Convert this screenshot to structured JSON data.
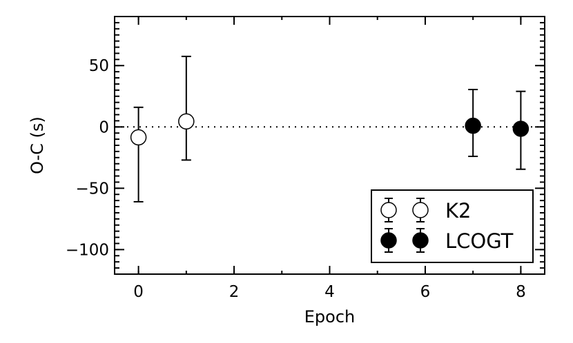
{
  "chart_data": {
    "type": "scatter",
    "title": "",
    "xlabel": "Epoch",
    "ylabel": "O-C (s)",
    "xlim": [
      -0.5,
      8.5
    ],
    "ylim": [
      -120,
      90
    ],
    "xticks": [
      0,
      2,
      4,
      6,
      8
    ],
    "xtick_labels": [
      "0",
      "2",
      "4",
      "6",
      "8"
    ],
    "yticks": [
      -100,
      -50,
      0,
      50
    ],
    "ytick_labels": [
      "−100",
      "−50",
      "0",
      "50"
    ],
    "x_minor_step": 1,
    "y_minor_step": 5,
    "grid": false,
    "reference_line": {
      "y": 0,
      "style": "dotted",
      "color": "#000000"
    },
    "legend_position": "lower right",
    "series": [
      {
        "name": "K2",
        "marker": "open-circle",
        "color": "#000000",
        "fill": "#ffffff",
        "points": [
          {
            "x": 0,
            "y": -8.5,
            "y_upper": 16,
            "y_lower": -61
          },
          {
            "x": 1,
            "y": 4.5,
            "y_upper": 57.5,
            "y_lower": -27
          }
        ]
      },
      {
        "name": "LCOGT",
        "marker": "filled-circle",
        "color": "#000000",
        "fill": "#000000",
        "points": [
          {
            "x": 7,
            "y": 1,
            "y_upper": 30.5,
            "y_lower": -24
          },
          {
            "x": 8,
            "y": -1.5,
            "y_upper": 29,
            "y_lower": -34.5
          }
        ]
      }
    ]
  }
}
